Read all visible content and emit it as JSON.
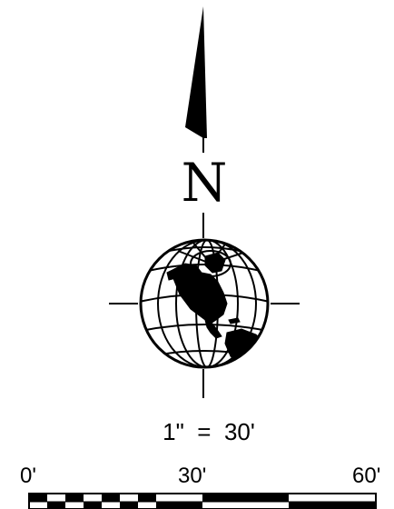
{
  "compass": {
    "north_label": "N"
  },
  "scale": {
    "ratio_text": "1\"  =  30'",
    "ticks": [
      "0'",
      "30'",
      "60'"
    ]
  },
  "colors": {
    "ink": "#000000",
    "paper": "#ffffff"
  },
  "icons": {
    "north_arrow": "north-arrow-icon",
    "globe": "globe-icon"
  }
}
